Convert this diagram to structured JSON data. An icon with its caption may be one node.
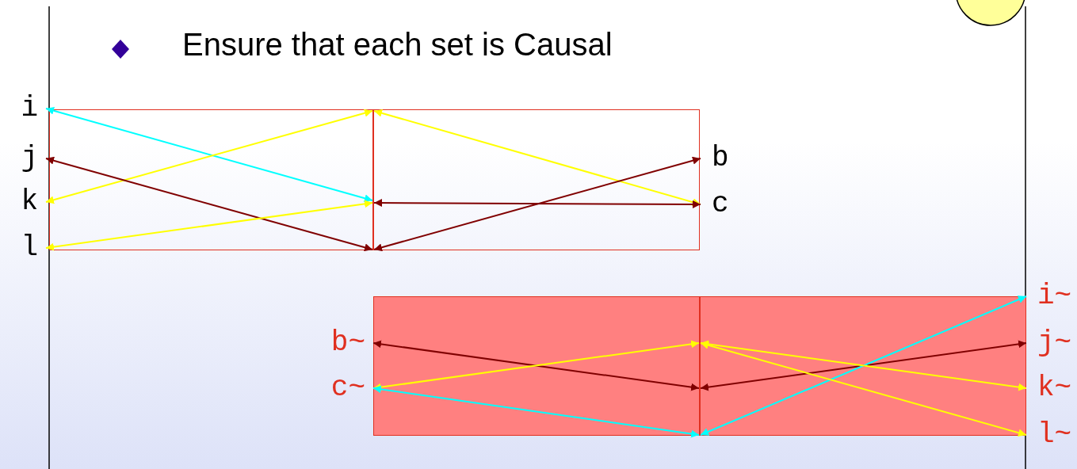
{
  "diagram": {
    "title": "Ensure that each set is Causal",
    "nodes": [
      {
        "text": [],
        "shape": "box"
      },
      {
        "text": [],
        "shape": "bar",
        "in": 0
      },
      {
        "text": [
          "i"
        ]
      },
      {
        "text": [
          "j"
        ]
      },
      {
        "text": [
          "k"
        ]
      },
      {
        "text": [
          "l"
        ]
      },
      {
        "text": [
          "b"
        ]
      },
      {
        "text": [
          "c"
        ]
      },
      {
        "text": [],
        "shape": "box"
      },
      {
        "text": [],
        "shape": "bar",
        "in": 8
      },
      {
        "text": [
          "b~"
        ]
      },
      {
        "text": [
          "c~"
        ]
      },
      {
        "text": [
          "i~"
        ]
      },
      {
        "text": [
          "j~"
        ]
      },
      {
        "text": [
          "k~"
        ]
      },
      {
        "text": [
          "l~"
        ]
      }
    ],
    "edges": [
      {
        "from": 2,
        "to": 1,
        "arrow": "both",
        "color": "#00ffff"
      },
      {
        "from": 4,
        "to": 1,
        "arrow": "both",
        "color": "#ffff00"
      },
      {
        "from": 3,
        "to": 1,
        "arrow": "both",
        "color": "#800000"
      },
      {
        "from": 5,
        "to": 1,
        "arrow": "both",
        "color": "#ffff00"
      },
      {
        "from": 1,
        "to": 7,
        "arrow": "both",
        "color": "#ffff00"
      },
      {
        "from": 1,
        "to": 7,
        "arrow": "both",
        "color": "#800000"
      },
      {
        "from": 1,
        "to": 6,
        "arrow": "both",
        "color": "#800000"
      },
      {
        "from": 10,
        "to": 9,
        "arrow": "both",
        "color": "#800000"
      },
      {
        "from": 11,
        "to": 9,
        "arrow": "both",
        "color": "#ffff00"
      },
      {
        "from": 11,
        "to": 9,
        "arrow": "both",
        "color": "#00ffff"
      },
      {
        "from": 9,
        "to": 13,
        "arrow": "both",
        "color": "#800000"
      },
      {
        "from": 9,
        "to": 12,
        "arrow": "both",
        "color": "#00ffff"
      },
      {
        "from": 9,
        "to": 14,
        "arrow": "both",
        "color": "#ffff00"
      },
      {
        "from": 9,
        "to": 15,
        "arrow": "both",
        "color": "#ffff00"
      }
    ]
  }
}
